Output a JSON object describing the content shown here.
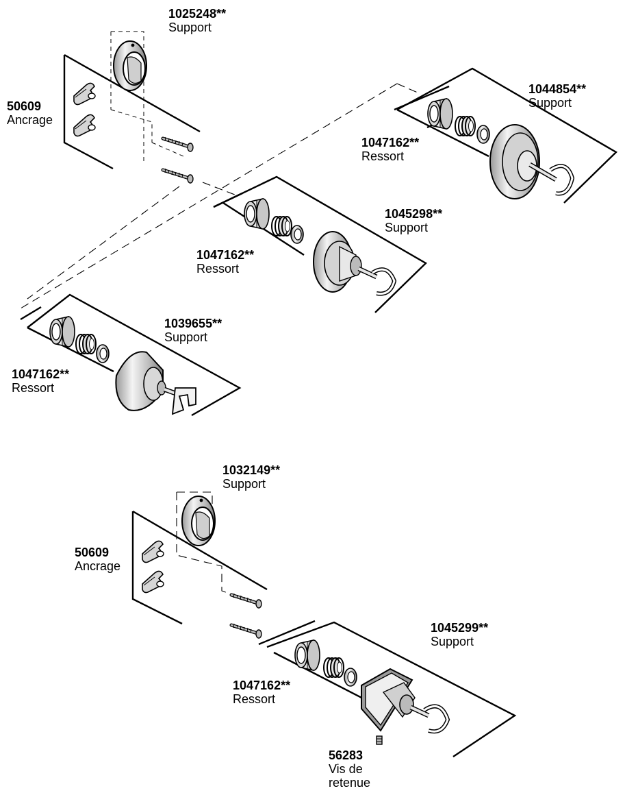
{
  "labels": {
    "support_1025248": {
      "number": "1025248**",
      "name": "Support"
    },
    "anchor_top": {
      "number": "50609",
      "name": "Ancrage"
    },
    "support_1044854": {
      "number": "1044854**",
      "name": "Support"
    },
    "spring_top_right": {
      "number": "1047162**",
      "name": "Ressort"
    },
    "support_1045298": {
      "number": "1045298**",
      "name": "Support"
    },
    "spring_middle": {
      "number": "1047162**",
      "name": "Ressort"
    },
    "support_1039655": {
      "number": "1039655**",
      "name": "Support"
    },
    "spring_lower_left": {
      "number": "1047162**",
      "name": "Ressort"
    },
    "support_1032149": {
      "number": "1032149**",
      "name": "Support"
    },
    "anchor_bottom": {
      "number": "50609",
      "name": "Ancrage"
    },
    "support_1045299": {
      "number": "1045299**",
      "name": "Support"
    },
    "spring_bottom": {
      "number": "1047162**",
      "name": "Ressort"
    },
    "screw_56283": {
      "number": "56283",
      "name": "Vis de",
      "name2": "retenue"
    }
  },
  "colors": {
    "line": "#000000",
    "part_fill": "#dcdcdc",
    "part_light": "#f2f2f2"
  }
}
